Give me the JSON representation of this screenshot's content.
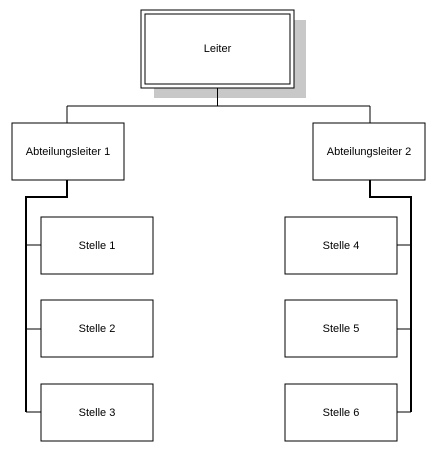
{
  "colors": {
    "shadow": "#c8c8c8",
    "line": "#000000",
    "box_fill": "#ffffff"
  },
  "root": {
    "label": "Leiter"
  },
  "departments": [
    {
      "label": "Abteilungsleiter 1",
      "positions": [
        "Stelle 1",
        "Stelle 2",
        "Stelle 3"
      ]
    },
    {
      "label": "Abteilungsleiter 2",
      "positions": [
        "Stelle 4",
        "Stelle 5",
        "Stelle 6"
      ]
    }
  ]
}
